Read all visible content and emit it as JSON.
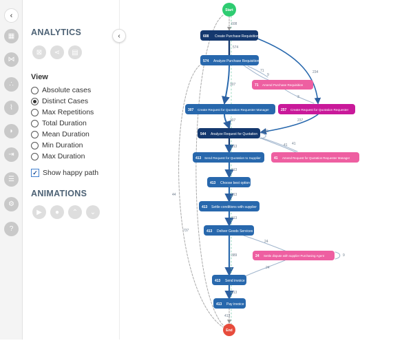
{
  "sidebar": {
    "collapse_glyph": "‹",
    "icons": [
      "table-icon",
      "network-icon",
      "scatter-icon",
      "chart-icon",
      "tag-icon",
      "export-icon",
      "layers-icon",
      "settings-icon",
      "help-icon"
    ]
  },
  "panel": {
    "analytics_title": "ANALYTICS",
    "view_label": "View",
    "options": [
      "Absolute cases",
      "Distinct Cases",
      "Max Repetitions",
      "Total Duration",
      "Mean Duration",
      "Min Duration",
      "Max Duration"
    ],
    "selected": "Distinct Cases",
    "happy_path_label": "Show happy path",
    "happy_path_checked": true,
    "animations_title": "ANIMATIONS"
  },
  "graph": {
    "start_label": "Start",
    "end_label": "End",
    "colors": {
      "navy": "#14386e",
      "blue": "#2868ad",
      "pink": "#ee5fa1",
      "magenta": "#c9199a",
      "start": "#2ecc71",
      "end": "#e74c3c"
    },
    "nodes": [
      {
        "id": "create_pr",
        "count": "608",
        "label": "Create Purchase Requisition",
        "style": "navy"
      },
      {
        "id": "analyze_pr",
        "count": "574",
        "label": "Analyze Purchase Requisition",
        "style": "blue"
      },
      {
        "id": "amend_pr",
        "count": "71",
        "label": "Amend Purchase Requisition",
        "style": "pink"
      },
      {
        "id": "rfq_mgr",
        "count": "307",
        "label": "Create Request for Quotation Requester Manager",
        "style": "blue"
      },
      {
        "id": "rfq_req",
        "count": "257",
        "label": "Create Request for Quotation Requester",
        "style": "magenta"
      },
      {
        "id": "analyze_rfq",
        "count": "544",
        "label": "Analyze Request for Quotation",
        "style": "navy"
      },
      {
        "id": "send_rfq",
        "count": "413",
        "label": "Send Request for Quotation to Supplier",
        "style": "blue"
      },
      {
        "id": "amend_rfq",
        "count": "41",
        "label": "Amend Request for Quotation Requester Manager",
        "style": "pink"
      },
      {
        "id": "choose",
        "count": "413",
        "label": "Choose best option",
        "style": "blue"
      },
      {
        "id": "settle",
        "count": "413",
        "label": "Settle conditions with supplier",
        "style": "blue"
      },
      {
        "id": "deliver",
        "count": "413",
        "label": "Deliver Goods Services",
        "style": "blue"
      },
      {
        "id": "dispute",
        "count": "24",
        "label": "Settle dispute with supplier Purchasing Agent",
        "style": "pink"
      },
      {
        "id": "invoice",
        "count": "413",
        "label": "Send invoice",
        "style": "blue"
      },
      {
        "id": "pay",
        "count": "413",
        "label": "Pay invoice",
        "style": "blue"
      }
    ],
    "edges": [
      {
        "from": "start",
        "to": "create_pr",
        "label": "608"
      },
      {
        "from": "create_pr",
        "to": "analyze_pr",
        "label": "574"
      },
      {
        "from": "create_pr",
        "to": "rfq_req",
        "label": "234"
      },
      {
        "from": "analyze_pr",
        "to": "amend_pr",
        "label": "71"
      },
      {
        "from": "amend_pr",
        "to": "analyze_pr",
        "label": "9"
      },
      {
        "from": "amend_pr",
        "to": "rfq_req",
        "label": "3"
      },
      {
        "from": "analyze_pr",
        "to": "rfq_mgr",
        "label": "307"
      },
      {
        "from": "rfq_mgr",
        "to": "analyze_rfq",
        "label": "307"
      },
      {
        "from": "rfq_req",
        "to": "analyze_rfq",
        "label": "237"
      },
      {
        "from": "analyze_rfq",
        "to": "analyze_rfq",
        "label": "131"
      },
      {
        "from": "analyze_rfq",
        "to": "amend_rfq",
        "label": "41"
      },
      {
        "from": "amend_rfq",
        "to": "analyze_rfq",
        "label": "41"
      },
      {
        "from": "analyze_rfq",
        "to": "send_rfq",
        "label": "413"
      },
      {
        "from": "send_rfq",
        "to": "choose",
        "label": "413"
      },
      {
        "from": "choose",
        "to": "settle",
        "label": "413"
      },
      {
        "from": "settle",
        "to": "deliver",
        "label": "413"
      },
      {
        "from": "deliver",
        "to": "dispute",
        "label": "24"
      },
      {
        "from": "dispute",
        "to": "dispute",
        "label": "9"
      },
      {
        "from": "dispute",
        "to": "invoice",
        "label": "24"
      },
      {
        "from": "deliver",
        "to": "invoice",
        "label": "389"
      },
      {
        "from": "invoice",
        "to": "pay",
        "label": "413"
      },
      {
        "from": "pay",
        "to": "end",
        "label": "413"
      },
      {
        "from": "analyze_pr",
        "to": "end",
        "label": "44"
      },
      {
        "from": "start",
        "to": "end",
        "label": "737"
      }
    ]
  }
}
